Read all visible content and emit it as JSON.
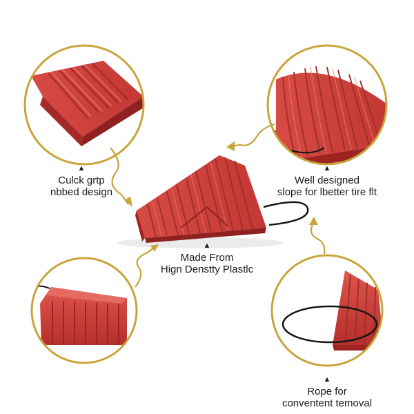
{
  "palette": {
    "ring_gold": "#c8a43a",
    "chock_red": "#cf3c38",
    "chock_red_dark": "#9e2422",
    "chock_red_light": "#e86a62",
    "rope_black": "#151515"
  },
  "icons": {
    "pointer": "triangle-up-icon",
    "connector": "curly-arrow-icon"
  },
  "callouts": {
    "grip": {
      "line1": "Culck grtp",
      "line2": "nbbed design"
    },
    "slope": {
      "line1": "Well designed",
      "line2": "slope for lbetter tire flt"
    },
    "material": {
      "line1": "Made From",
      "line2": "Hign Denstty Plastlc"
    },
    "rope": {
      "line1": "Rope for",
      "line2": "conventent temoval"
    }
  }
}
